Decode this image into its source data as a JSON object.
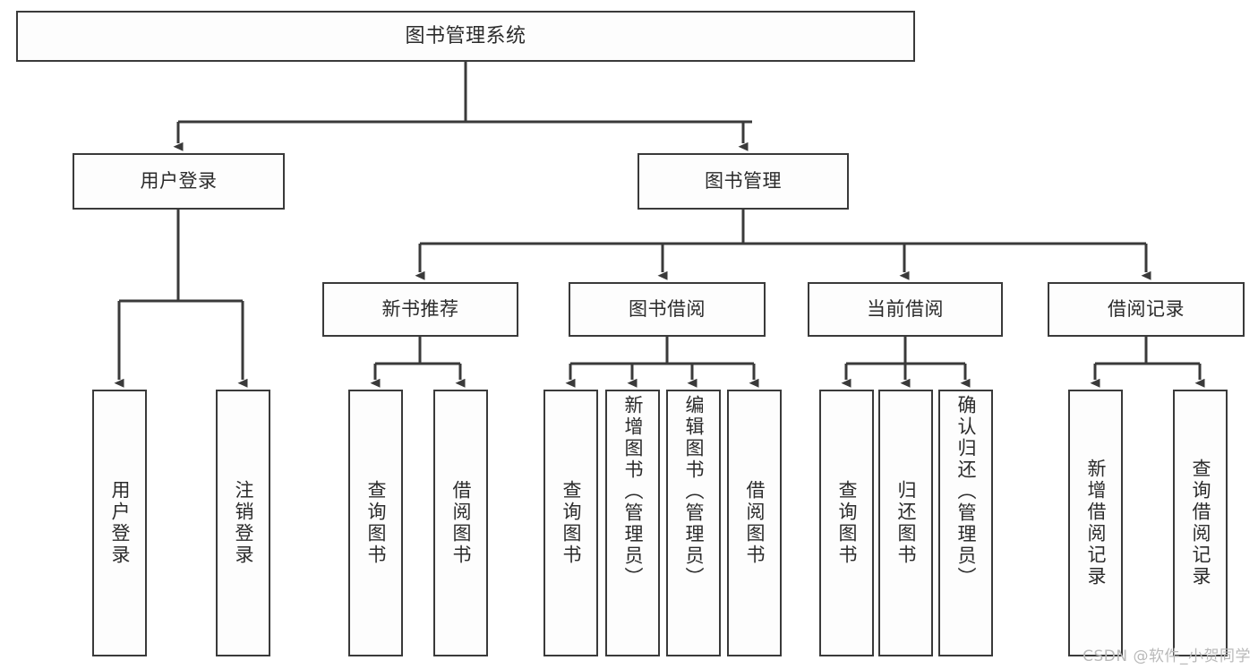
{
  "diagram": {
    "title": "图书管理系统",
    "type": "tree-hierarchy",
    "watermark": "CSDN @软件_小贺同学",
    "colors": {
      "background": "#ffffff",
      "box_fill": "#fdfdfd",
      "box_stroke": "#3a3a3a",
      "text": "#2b2b2b",
      "edge": "#3a3a3a",
      "watermark": "#b9b9b9"
    },
    "levels": {
      "root": {
        "label": "图书管理系统"
      },
      "level2": [
        {
          "label": "用户登录"
        },
        {
          "label": "图书管理"
        }
      ],
      "level3": [
        {
          "label": "新书推荐"
        },
        {
          "label": "图书借阅"
        },
        {
          "label": "当前借阅"
        },
        {
          "label": "借阅记录"
        }
      ],
      "leaves": [
        {
          "label": "用户登录",
          "parent": "用户登录"
        },
        {
          "label": "注销登录",
          "parent": "用户登录"
        },
        {
          "label": "查询图书",
          "parent": "新书推荐"
        },
        {
          "label": "借阅图书",
          "parent": "新书推荐"
        },
        {
          "label": "查询图书",
          "parent": "图书借阅"
        },
        {
          "label": "新增图书（管理员）",
          "parent": "图书借阅"
        },
        {
          "label": "编辑图书（管理员）",
          "parent": "图书借阅"
        },
        {
          "label": "借阅图书",
          "parent": "图书借阅"
        },
        {
          "label": "查询图书",
          "parent": "当前借阅"
        },
        {
          "label": "归还图书",
          "parent": "当前借阅"
        },
        {
          "label": "确认归还（管理员）",
          "parent": "当前借阅"
        },
        {
          "label": "新增借阅记录",
          "parent": "借阅记录"
        },
        {
          "label": "查询借阅记录",
          "parent": "借阅记录"
        }
      ]
    }
  }
}
